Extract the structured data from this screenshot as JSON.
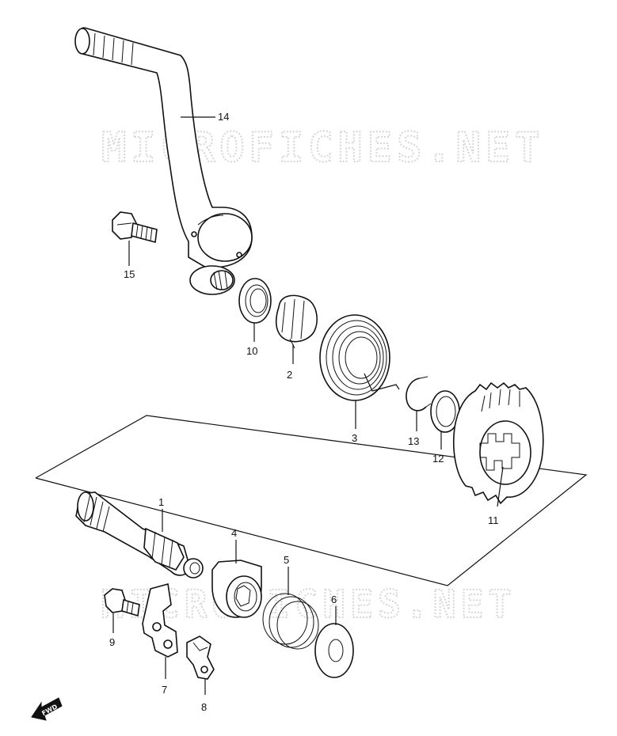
{
  "watermarks": [
    "MICROFICHES.NET",
    "MICROFICHES.NET"
  ],
  "fwd_label": "FWD",
  "callouts": {
    "p1": "1",
    "p2": "2",
    "p3": "3",
    "p4": "4",
    "p5": "5",
    "p6": "6",
    "p7": "7",
    "p8": "8",
    "p9": "9",
    "p10": "10",
    "p11": "11",
    "p12": "12",
    "p13": "13",
    "p14": "14",
    "p15": "15"
  }
}
